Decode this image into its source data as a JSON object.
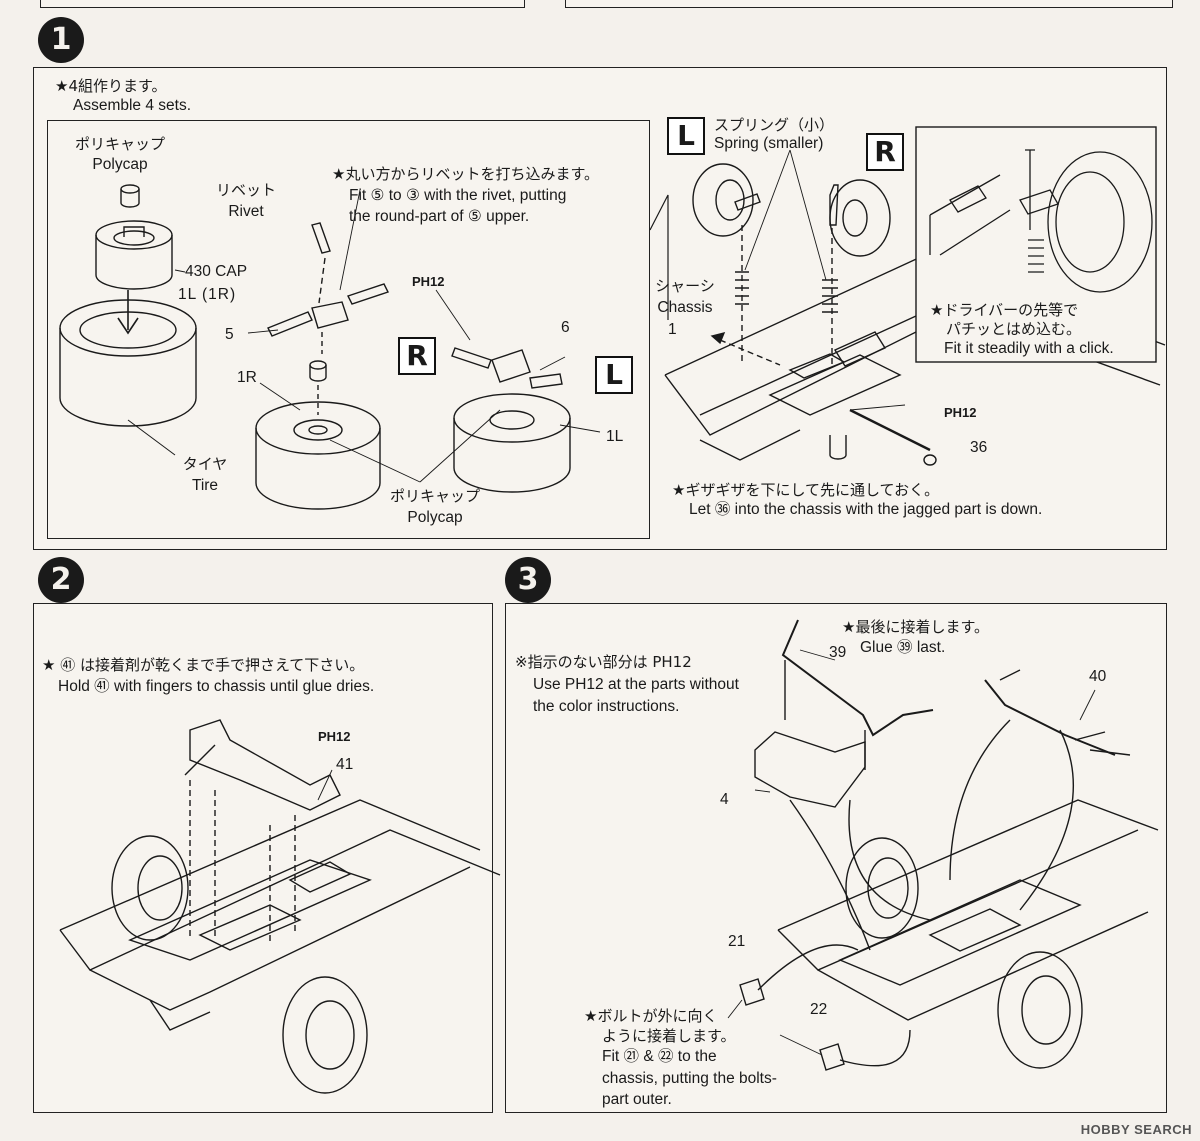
{
  "step1": {
    "number": "1",
    "note_jp": "★4組作ります。",
    "note_en": "Assemble 4 sets.",
    "polycap_jp": "ポリキャップ",
    "polycap_en": "Polycap",
    "rivet_jp": "リベット",
    "rivet_en": "Rivet",
    "cap_label": "430 CAP",
    "cap_parts": "1L (1R)",
    "rivet_note_jp": "★丸い方からリベットを打ち込みます。",
    "rivet_note_en1": "Fit ⑤ to ③ with the rivet, putting",
    "rivet_note_en2": "the round-part of ⑤ upper.",
    "paint_code": "PH12",
    "part5": "5",
    "part6": "6",
    "part1R": "1R",
    "part1L": "1L",
    "badge_R": "R",
    "badge_L": "L",
    "tire_jp": "タイヤ",
    "tire_en": "Tire",
    "polycap2_jp": "ポリキャップ",
    "polycap2_en": "Polycap",
    "spring_jp": "スプリング（小）",
    "spring_en": "Spring (smaller)",
    "chassis_jp": "シャーシ",
    "chassis_en": "Chassis",
    "chassis_part": "1",
    "driver_note_jp1": "★ドライバーの先等で",
    "driver_note_jp2": "パチッとはめ込む。",
    "driver_note_en": "Fit it steadily with a click.",
    "paint_code2": "PH12",
    "part36": "36",
    "jagged_jp": "★ギザギザを下にして先に通しておく。",
    "jagged_en": "Let ㊱ into the chassis with the jagged part is down."
  },
  "step2": {
    "number": "2",
    "note_jp": "★ ㊶ は接着剤が乾くまで手で押さえて下さい。",
    "note_en": "Hold ㊶ with fingers to chassis until glue dries.",
    "paint_code": "PH12",
    "part41": "41"
  },
  "step3": {
    "number": "3",
    "glue_note_jp": "★最後に接着します。",
    "glue_note_en": "Glue ㊴ last.",
    "paint_note_jp": "※指示のない部分は PH12",
    "paint_note_en1": "Use PH12  at the parts without",
    "paint_note_en2": "the color instructions.",
    "part39": "39",
    "part40": "40",
    "part4": "4",
    "part21": "21",
    "part22": "22",
    "bolt_note_jp1": "★ボルトが外に向く",
    "bolt_note_jp2": "ように接着します。",
    "bolt_note_en1": "Fit ㉑ & ㉒ to the",
    "bolt_note_en2": "chassis, putting the bolts-",
    "bolt_note_en3": "part outer."
  },
  "footer": {
    "logo": "HOBBY SEARCH"
  }
}
